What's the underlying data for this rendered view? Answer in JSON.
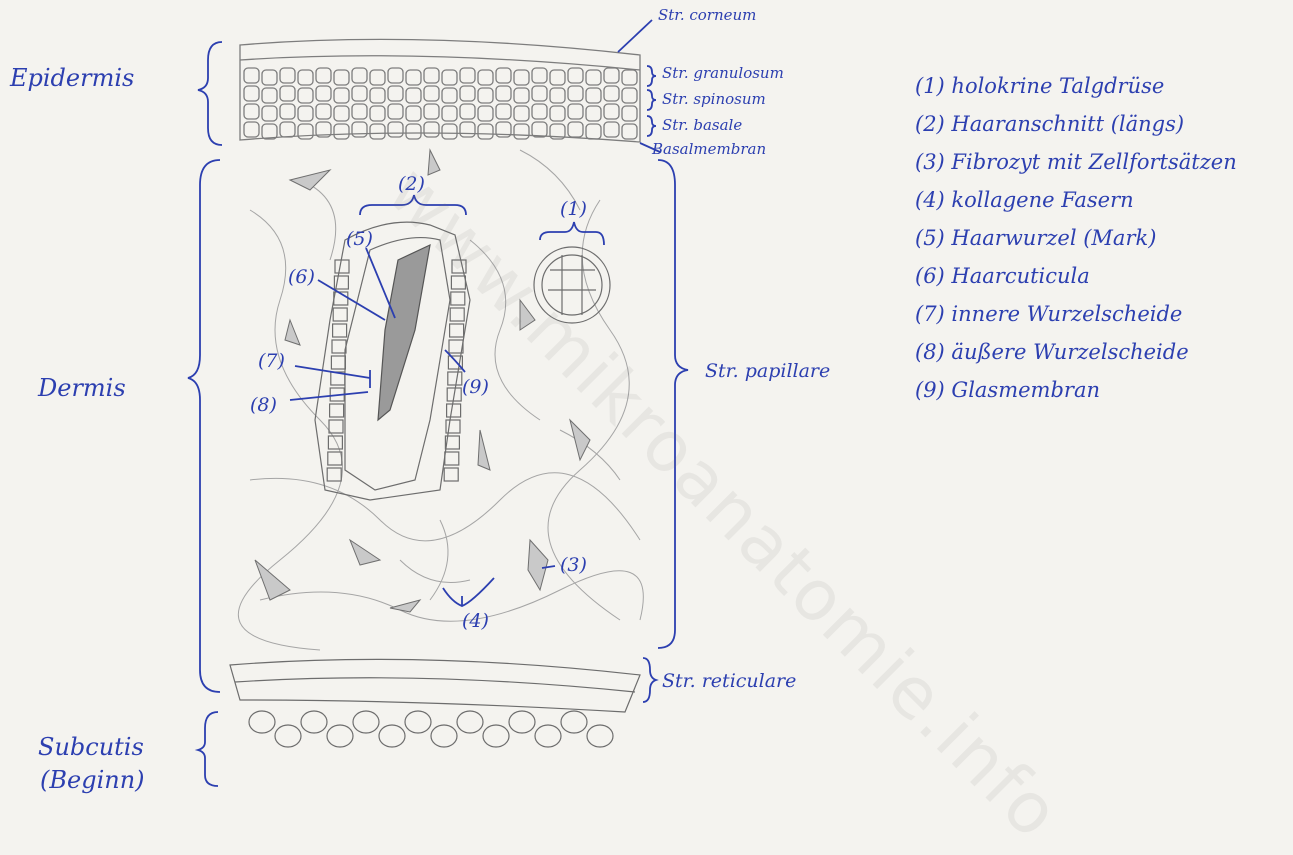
{
  "layers": {
    "epidermis": "Epidermis",
    "dermis": "Dermis",
    "subcutis_line1": "Subcutis",
    "subcutis_line2": "(Beginn)"
  },
  "strata": {
    "corneum": "Str. corneum",
    "granulosum": "Str. granulosum",
    "spinosum": "Str. spinosum",
    "basale": "Str. basale",
    "membrane": "Basalmembran",
    "papillare": "Str. papillare",
    "reticulare": "Str. reticulare"
  },
  "numbers": {
    "n1": "(1)",
    "n2": "(2)",
    "n3": "(3)",
    "n4": "(4)",
    "n5": "(5)",
    "n6": "(6)",
    "n7": "(7)",
    "n8": "(8)",
    "n9": "(9)"
  },
  "legend": [
    "(1) holokrine Talgdrüse",
    "(2) Haaranschnitt (längs)",
    "(3) Fibrozyt mit Zellfortsätzen",
    "(4) kollagene Fasern",
    "(5) Haarwurzel (Mark)",
    "(6) Haarcuticula",
    "(7) innere Wurzelscheide",
    "(8) äußere Wurzelscheide",
    "(9) Glasmembran"
  ],
  "watermark": "www.mikroanatomie.info",
  "colors": {
    "ink": "#2c3fb0",
    "pencil": "#8a8a8a",
    "paper": "#f4f3ef"
  }
}
